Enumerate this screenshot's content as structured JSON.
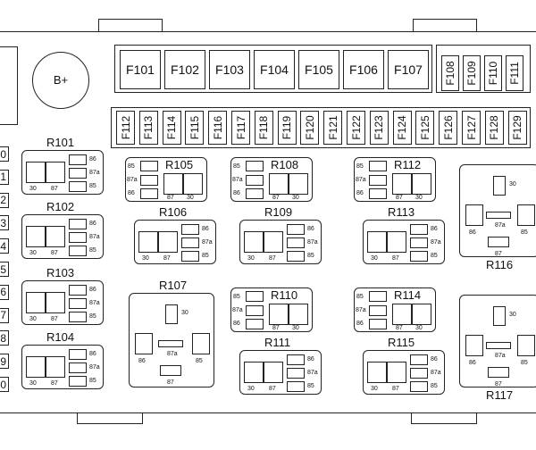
{
  "battery_label": "B+",
  "top_fuses": [
    "F101",
    "F102",
    "F103",
    "F104",
    "F105",
    "F106",
    "F107"
  ],
  "right_top_fuses": [
    "F108",
    "F109",
    "F110",
    "F111"
  ],
  "mini_fuses": [
    "F112",
    "F113",
    "F114",
    "F115",
    "F116",
    "F117",
    "F118",
    "F119",
    "F120",
    "F121",
    "F122",
    "F123",
    "F124",
    "F125",
    "F126",
    "F127",
    "F128",
    "F129"
  ],
  "left_connector_numbers": [
    "0",
    "1",
    "2",
    "3",
    "4",
    "5",
    "6",
    "7",
    "8",
    "9",
    "0"
  ],
  "relays": [
    {
      "name": "R101",
      "pins": [
        "86",
        "87a",
        "85",
        "30",
        "87"
      ]
    },
    {
      "name": "R102",
      "pins": [
        "86",
        "87a",
        "85",
        "30",
        "87"
      ]
    },
    {
      "name": "R103",
      "pins": [
        "86",
        "87a",
        "85",
        "30",
        "87"
      ]
    },
    {
      "name": "R104",
      "pins": [
        "86",
        "87a",
        "85",
        "30",
        "87"
      ]
    },
    {
      "name": "R105",
      "pins": [
        "85",
        "87a",
        "86",
        "87",
        "30"
      ]
    },
    {
      "name": "R108",
      "pins": [
        "85",
        "87a",
        "86",
        "87",
        "30"
      ]
    },
    {
      "name": "R112",
      "pins": [
        "85",
        "87a",
        "86",
        "87",
        "30"
      ]
    },
    {
      "name": "R106",
      "pins": [
        "86",
        "87a",
        "85",
        "30",
        "87"
      ]
    },
    {
      "name": "R109",
      "pins": [
        "86",
        "87a",
        "85",
        "30",
        "87"
      ]
    },
    {
      "name": "R113",
      "pins": [
        "86",
        "87a",
        "85",
        "30",
        "87"
      ]
    },
    {
      "name": "R110",
      "pins": [
        "85",
        "87a",
        "86",
        "87",
        "30"
      ]
    },
    {
      "name": "R114",
      "pins": [
        "85",
        "87a",
        "86",
        "87",
        "30"
      ]
    },
    {
      "name": "R111",
      "pins": [
        "86",
        "87a",
        "85",
        "30",
        "87"
      ]
    },
    {
      "name": "R115",
      "pins": [
        "86",
        "87a",
        "85",
        "30",
        "87"
      ]
    }
  ],
  "large_relays": [
    {
      "name": "R107",
      "pins": [
        "30",
        "87a",
        "86",
        "85",
        "87"
      ]
    },
    {
      "name": "R116",
      "pins": [
        "30",
        "87a",
        "86",
        "85",
        "87"
      ]
    },
    {
      "name": "R117",
      "pins": [
        "30",
        "87a",
        "86",
        "85",
        "87"
      ]
    }
  ]
}
